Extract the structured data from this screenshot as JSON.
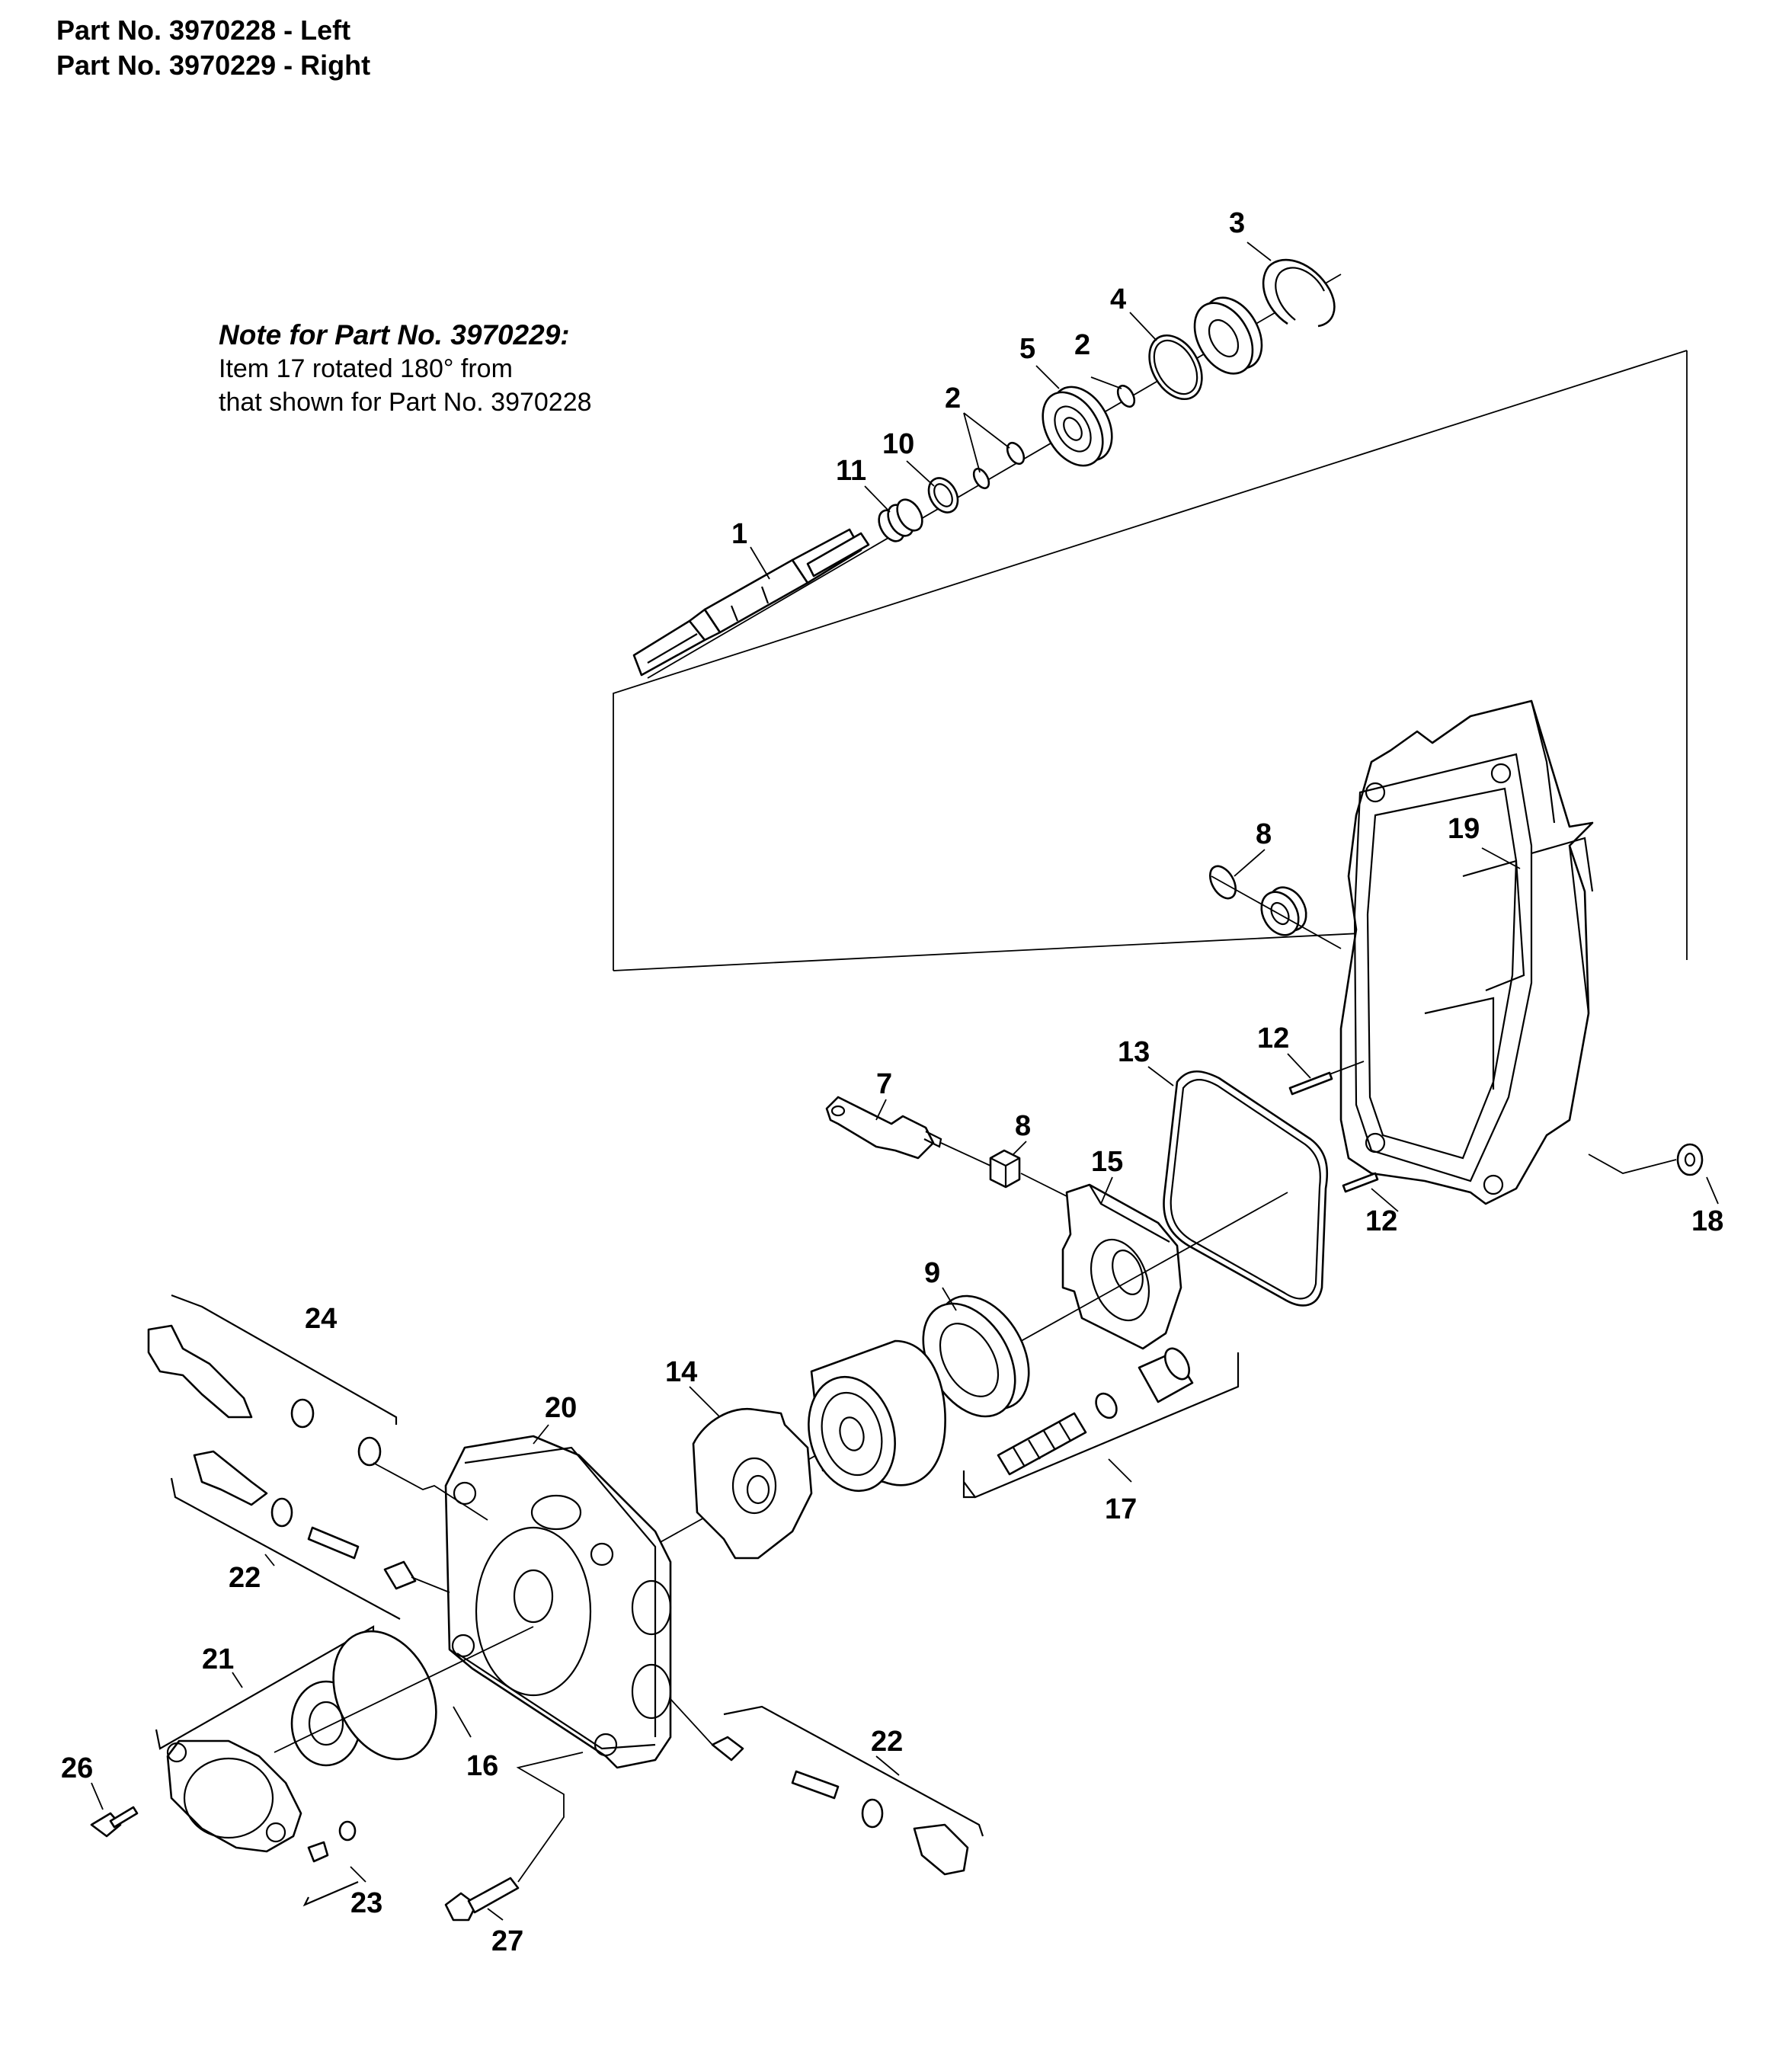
{
  "header": {
    "line1": "Part No. 3970228 - Left",
    "line2": "Part No. 3970229 - Right"
  },
  "note": {
    "title": "Note for Part No. 3970229:",
    "line1": "Item 17 rotated 180° from",
    "line2": "that shown for Part No. 3970228"
  },
  "callouts": [
    {
      "id": "c3",
      "text": "3"
    },
    {
      "id": "c4",
      "text": "4"
    },
    {
      "id": "c5",
      "text": "5"
    },
    {
      "id": "c2a",
      "text": "2"
    },
    {
      "id": "c2b",
      "text": "2"
    },
    {
      "id": "c10",
      "text": "10"
    },
    {
      "id": "c11",
      "text": "11"
    },
    {
      "id": "c1",
      "text": "1"
    },
    {
      "id": "c8a",
      "text": "8"
    },
    {
      "id": "c19",
      "text": "19"
    },
    {
      "id": "c13",
      "text": "13"
    },
    {
      "id": "c12a",
      "text": "12"
    },
    {
      "id": "c7",
      "text": "7"
    },
    {
      "id": "c8b",
      "text": "8"
    },
    {
      "id": "c15",
      "text": "15"
    },
    {
      "id": "c12b",
      "text": "12"
    },
    {
      "id": "c18",
      "text": "18"
    },
    {
      "id": "c9",
      "text": "9"
    },
    {
      "id": "c24",
      "text": "24"
    },
    {
      "id": "c14",
      "text": "14"
    },
    {
      "id": "c20",
      "text": "20"
    },
    {
      "id": "c17",
      "text": "17"
    },
    {
      "id": "c22a",
      "text": "22"
    },
    {
      "id": "c21",
      "text": "21"
    },
    {
      "id": "c22b",
      "text": "22"
    },
    {
      "id": "c26",
      "text": "26"
    },
    {
      "id": "c16",
      "text": "16"
    },
    {
      "id": "c23",
      "text": "23"
    },
    {
      "id": "c27",
      "text": "27"
    }
  ]
}
